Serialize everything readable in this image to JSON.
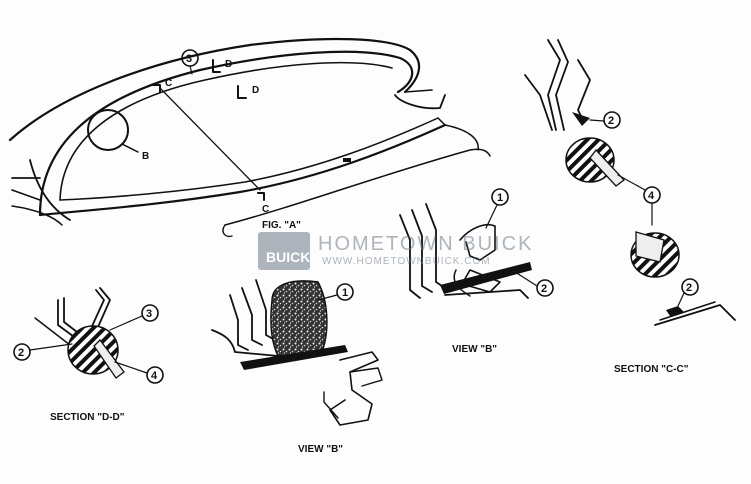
{
  "labels": {
    "fig_a": "FIG. \"A\"",
    "view_b_top": "VIEW \"B\"",
    "view_b_bottom": "VIEW \"B\"",
    "section_cc": "SECTION \"C-C\"",
    "section_dd": "SECTION \"D-D\"",
    "letter_b": "B",
    "letter_c_top": "C",
    "letter_c_bottom": "C",
    "letter_d_top": "D",
    "letter_d_bottom": "D"
  },
  "callouts": {
    "fig_a_3": "3",
    "dd_2": "2",
    "dd_3": "3",
    "dd_4": "4",
    "vb_left_1": "1",
    "vb_right_1": "1",
    "vb_right_2": "2",
    "cc_2_top": "2",
    "cc_4": "4",
    "cc_2_bottom": "2"
  },
  "watermark": {
    "brand": "HOMETOWN BUICK",
    "url": "WWW.HOMETOWNBUICK.COM",
    "badge": "BUICK"
  }
}
